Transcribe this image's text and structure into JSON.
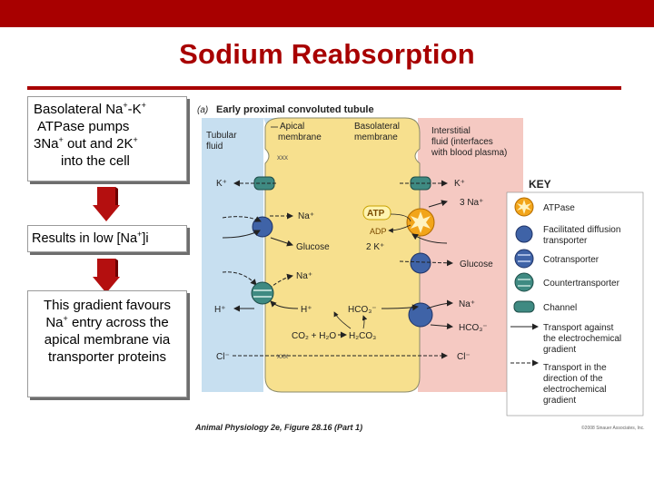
{
  "slide": {
    "title": "Sodium Reabsorption",
    "box1": {
      "line1": "Basolateral Na",
      "sup1": "+",
      "line1b": "-K",
      "sup2": "+",
      "line2": "ATPase pumps",
      "line3a": "3Na",
      "sup3": "+",
      "line3b": " out and 2K",
      "sup4": "+",
      "line4": "into the cell"
    },
    "box2": {
      "pre": "Results in low [Na",
      "sup": "+",
      "post": "]i"
    },
    "box3": {
      "line1": "This gradient favours",
      "line2a": "Na",
      "sup": "+",
      "line2b": " entry across the",
      "line3": "apical membrane via",
      "line4": "transporter proteins"
    },
    "credit": "Animal Physiology 2e, Figure 28.16 (Part 1)",
    "copyright": "©2008 Sinauer Associates, Inc."
  },
  "figure": {
    "panel_label": "(a)",
    "panel_title": "Early proximal convoluted tubule",
    "tubular_fluid": [
      "Tubular",
      "fluid"
    ],
    "apical_membrane": [
      "Apical",
      "membrane"
    ],
    "basolateral_membrane": [
      "Basolateral",
      "membrane"
    ],
    "interstitial": [
      "Interstitial",
      "fluid (interfaces",
      "with blood plasma)"
    ],
    "k_left": "K⁺",
    "k_right": "K⁺",
    "na3": "3 Na⁺",
    "atp": "ATP",
    "adp": "ADP",
    "k2": "2 K⁺",
    "na_cell_1": "Na⁺",
    "glucose_cell": "Glucose",
    "na_cell_2": "Na⁺",
    "glucose_right": "Glucose",
    "h_left": "H⁺",
    "h_cell": "H⁺",
    "hco3_cell": "HCO₃⁻",
    "reaction": "CO₂ + H₂O",
    "h2co3": "H₂CO₃",
    "na_right": "Na⁺",
    "hco3_right": "HCO₃⁻",
    "cl_left": "Cl⁻",
    "cl_right": "Cl⁻"
  },
  "key": {
    "title": "KEY",
    "items": [
      {
        "icon": "atpase-icon",
        "label": [
          "ATPase"
        ]
      },
      {
        "icon": "facilitated-diffusion-icon",
        "label": [
          "Facilitated diffusion",
          "transporter"
        ]
      },
      {
        "icon": "cotransporter-icon",
        "label": [
          "Cotransporter"
        ]
      },
      {
        "icon": "countertransporter-icon",
        "label": [
          "Countertransporter"
        ]
      },
      {
        "icon": "channel-icon",
        "label": [
          "Channel"
        ]
      },
      {
        "icon": "solid-arrow-icon",
        "label": [
          "Transport against",
          "the electrochemical",
          "gradient"
        ]
      },
      {
        "icon": "dashed-arrow-icon",
        "label": [
          "Transport in the",
          "direction of the",
          "electrochemical",
          "gradient"
        ]
      }
    ]
  },
  "colors": {
    "accent": "#a80000",
    "cell": "#f7e08e",
    "tubular": "#c7dff0",
    "interstitial": "#f5c9c2",
    "transporter": "#3f63a7",
    "countertransporter": "#3f8a82",
    "atpase": "#f2a51a"
  }
}
